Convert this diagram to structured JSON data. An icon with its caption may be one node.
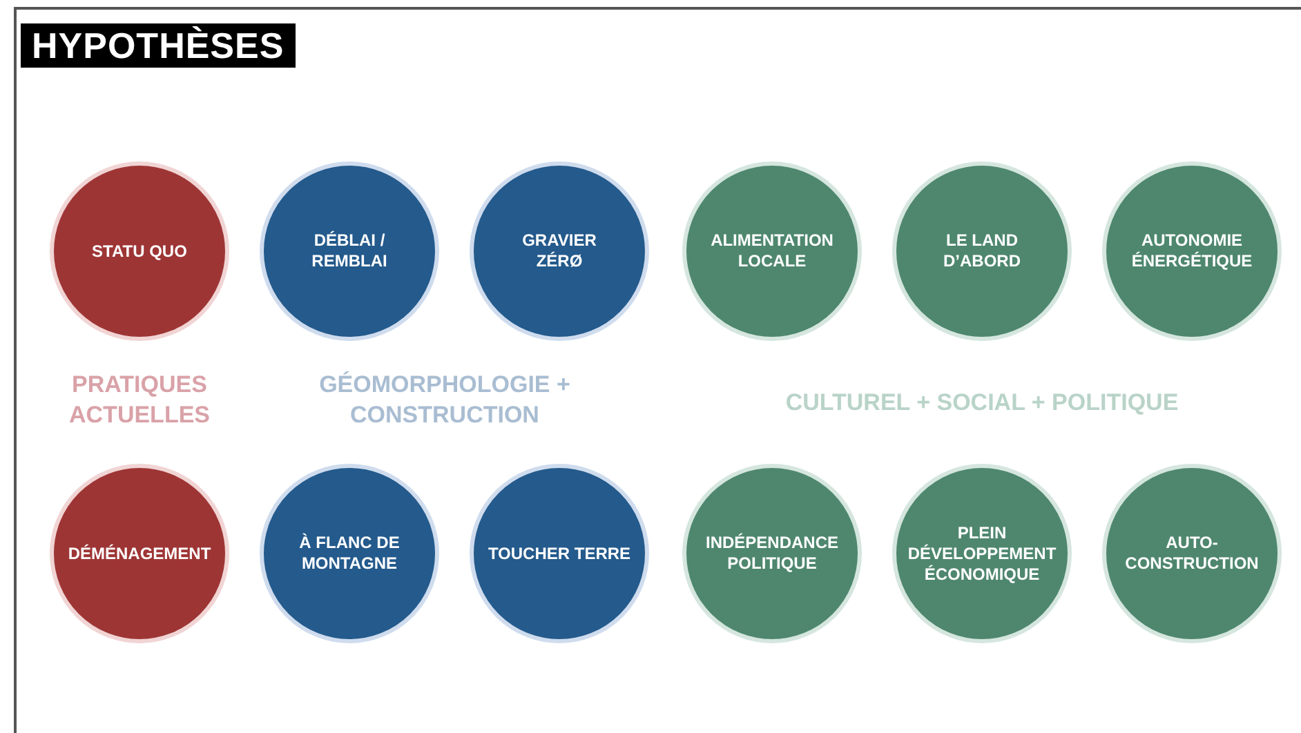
{
  "diagram": {
    "title": "HYPOTHÈSES",
    "nodes": [
      {
        "text": [
          "STATU QUO"
        ]
      },
      {
        "text": [
          "DÉBLAI / REMBLAI"
        ]
      },
      {
        "text": [
          "GRAVIER ZÉRØ"
        ]
      },
      {
        "text": [
          "ALIMENTATION LOCALE"
        ]
      },
      {
        "text": [
          "LE LAND D’ABORD"
        ]
      },
      {
        "text": [
          "AUTONOMIE ÉNERGÉTIQUE"
        ]
      },
      {
        "text": [
          "DÉMÉNAGEMENT"
        ]
      },
      {
        "text": [
          "À FLANC DE MONTAGNE"
        ]
      },
      {
        "text": [
          "TOUCHER TERRE"
        ]
      },
      {
        "text": [
          "INDÉPENDANCE POLITIQUE"
        ]
      },
      {
        "text": [
          "PLEIN DÉVELOPPEMENT ÉCONOMIQUE"
        ]
      },
      {
        "text": [
          "AUTO-CONSTRUCTION"
        ]
      }
    ],
    "labels": [
      "PRATIQUES ACTUELLES",
      "GÉOMORPHOLOGIE + CONSTRUCTION",
      "CULTUREL + SOCIAL + POLITIQUE"
    ]
  }
}
